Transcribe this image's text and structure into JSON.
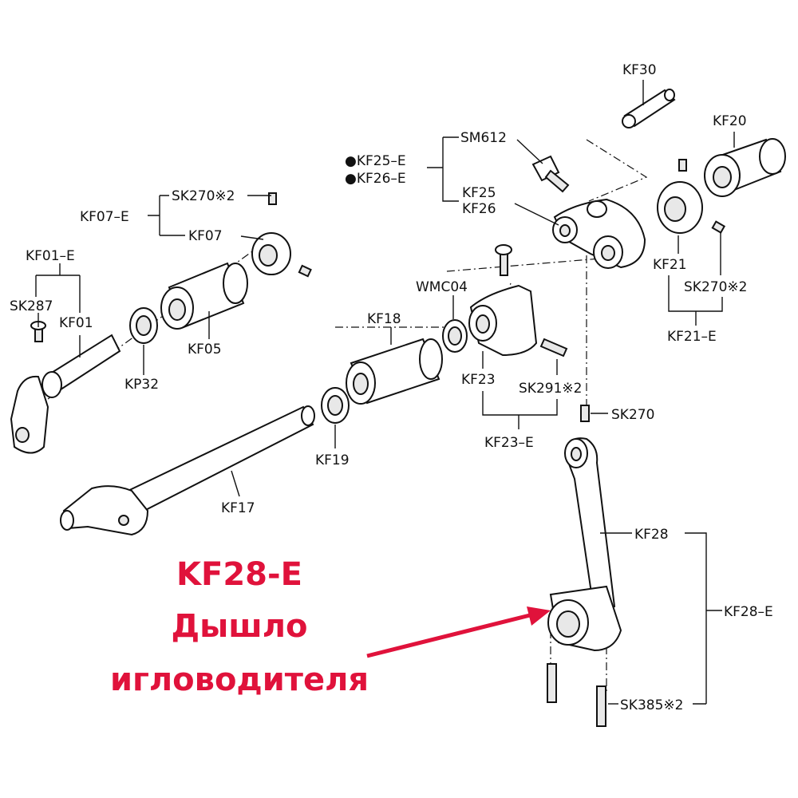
{
  "labels": {
    "kf30": "KF30",
    "kf20": "KF20",
    "sm612": "SM612",
    "kf25e": "●KF25–E",
    "kf26e": "●KF26–E",
    "kf25": "KF25",
    "kf26": "KF26",
    "sk270x2_a": "SK270※2",
    "kf07e": "KF07–E",
    "kf07": "KF07",
    "kf01e": "KF01–E",
    "sk287": "SK287",
    "kf01": "KF01",
    "kp32": "KP32",
    "kf05": "KF05",
    "wmc04": "WMC04",
    "kf18": "KF18",
    "kf21": "KF21",
    "sk270x2_b": "SK270※2",
    "kf21e": "KF21–E",
    "kf23": "KF23",
    "sk291x2": "SK291※2",
    "sk270": "SK270",
    "kf23e": "KF23–E",
    "kf19": "KF19",
    "kf17": "KF17",
    "kf28": "KF28",
    "kf28e": "KF28–E",
    "sk385x2": "SK385※2"
  },
  "highlight": {
    "line1": "KF28-E",
    "line2": "Дышло",
    "line3": "игловодителя",
    "color": "#e0123b"
  }
}
